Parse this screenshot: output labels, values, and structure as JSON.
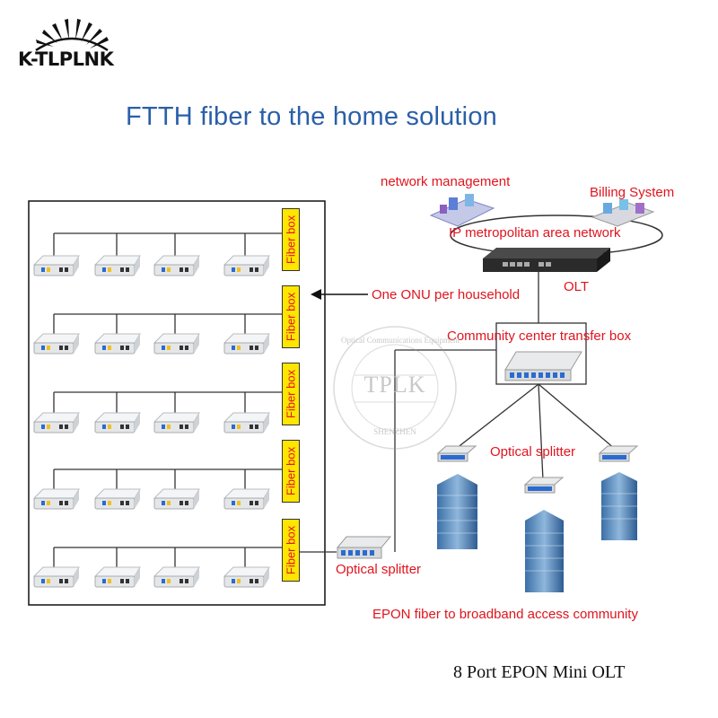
{
  "logo": {
    "text": "K-TLPLNK"
  },
  "title": "FTTH fiber to the home solution",
  "labels": {
    "network_management": "network management",
    "billing_system": "Billing System",
    "ip_metro": "IP metropolitan area network",
    "olt": "OLT",
    "onu_per_household": "One ONU per household",
    "community_center": "Community center transfer box",
    "optical_splitter_right": "Optical splitter",
    "optical_splitter_left": "Optical splitter",
    "epon_community": "EPON fiber to broadband access community"
  },
  "fiber_boxes": [
    "Fiber box",
    "Fiber box",
    "Fiber box",
    "Fiber box",
    "Fiber box"
  ],
  "watermark": {
    "center": "TPLK",
    "ring_top": "Optical Communications Equipment",
    "ring_bottom": "SHENZHEN"
  },
  "caption": "8 Port EPON Mini OLT",
  "colors": {
    "title": "#2a5fa8",
    "label_red": "#e0141e",
    "fiber_box": "#ffe600"
  }
}
